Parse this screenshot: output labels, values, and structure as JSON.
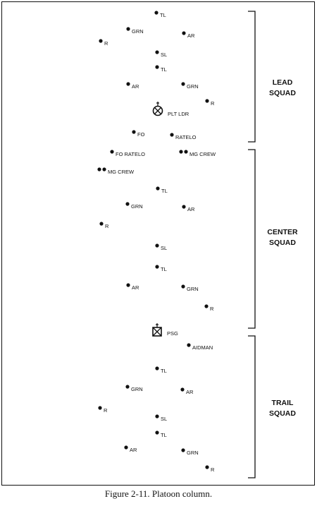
{
  "figure": {
    "caption": "Figure 2-11. Platoon column."
  },
  "squads": [
    {
      "line1": "LEAD",
      "line2": "SQUAD"
    },
    {
      "line1": "CENTER",
      "line2": "SQUAD"
    },
    {
      "line1": "TRAIL",
      "line2": "SQUAD"
    }
  ],
  "elements": [
    {
      "role": "TL",
      "symbol": "dot"
    },
    {
      "role": "GRN",
      "symbol": "dot"
    },
    {
      "role": "AR",
      "symbol": "dot"
    },
    {
      "role": "R",
      "symbol": "dot"
    },
    {
      "role": "SL",
      "symbol": "dot"
    },
    {
      "role": "TL",
      "symbol": "dot"
    },
    {
      "role": "AR",
      "symbol": "dot"
    },
    {
      "role": "GRN",
      "symbol": "dot"
    },
    {
      "role": "R",
      "symbol": "dot"
    },
    {
      "role": "PLT LDR",
      "symbol": "leader-circle"
    },
    {
      "role": "FO",
      "symbol": "dot"
    },
    {
      "role": "RATELO",
      "symbol": "dot"
    },
    {
      "role": "FO RATELO",
      "symbol": "dot"
    },
    {
      "role": "MG CREW",
      "symbol": "double-dot"
    },
    {
      "role": "MG CREW",
      "symbol": "double-dot"
    },
    {
      "role": "TL",
      "symbol": "dot"
    },
    {
      "role": "GRN",
      "symbol": "dot"
    },
    {
      "role": "AR",
      "symbol": "dot"
    },
    {
      "role": "R",
      "symbol": "dot"
    },
    {
      "role": "SL",
      "symbol": "dot"
    },
    {
      "role": "TL",
      "symbol": "dot"
    },
    {
      "role": "AR",
      "symbol": "dot"
    },
    {
      "role": "GRN",
      "symbol": "dot"
    },
    {
      "role": "R",
      "symbol": "dot"
    },
    {
      "role": "PSG",
      "symbol": "sergeant-box"
    },
    {
      "role": "AIDMAN",
      "symbol": "dot"
    },
    {
      "role": "TL",
      "symbol": "dot"
    },
    {
      "role": "GRN",
      "symbol": "dot"
    },
    {
      "role": "AR",
      "symbol": "dot"
    },
    {
      "role": "R",
      "symbol": "dot"
    },
    {
      "role": "SL",
      "symbol": "dot"
    },
    {
      "role": "TL",
      "symbol": "dot"
    },
    {
      "role": "AR",
      "symbol": "dot"
    },
    {
      "role": "GRN",
      "symbol": "dot"
    },
    {
      "role": "R",
      "symbol": "dot"
    }
  ]
}
